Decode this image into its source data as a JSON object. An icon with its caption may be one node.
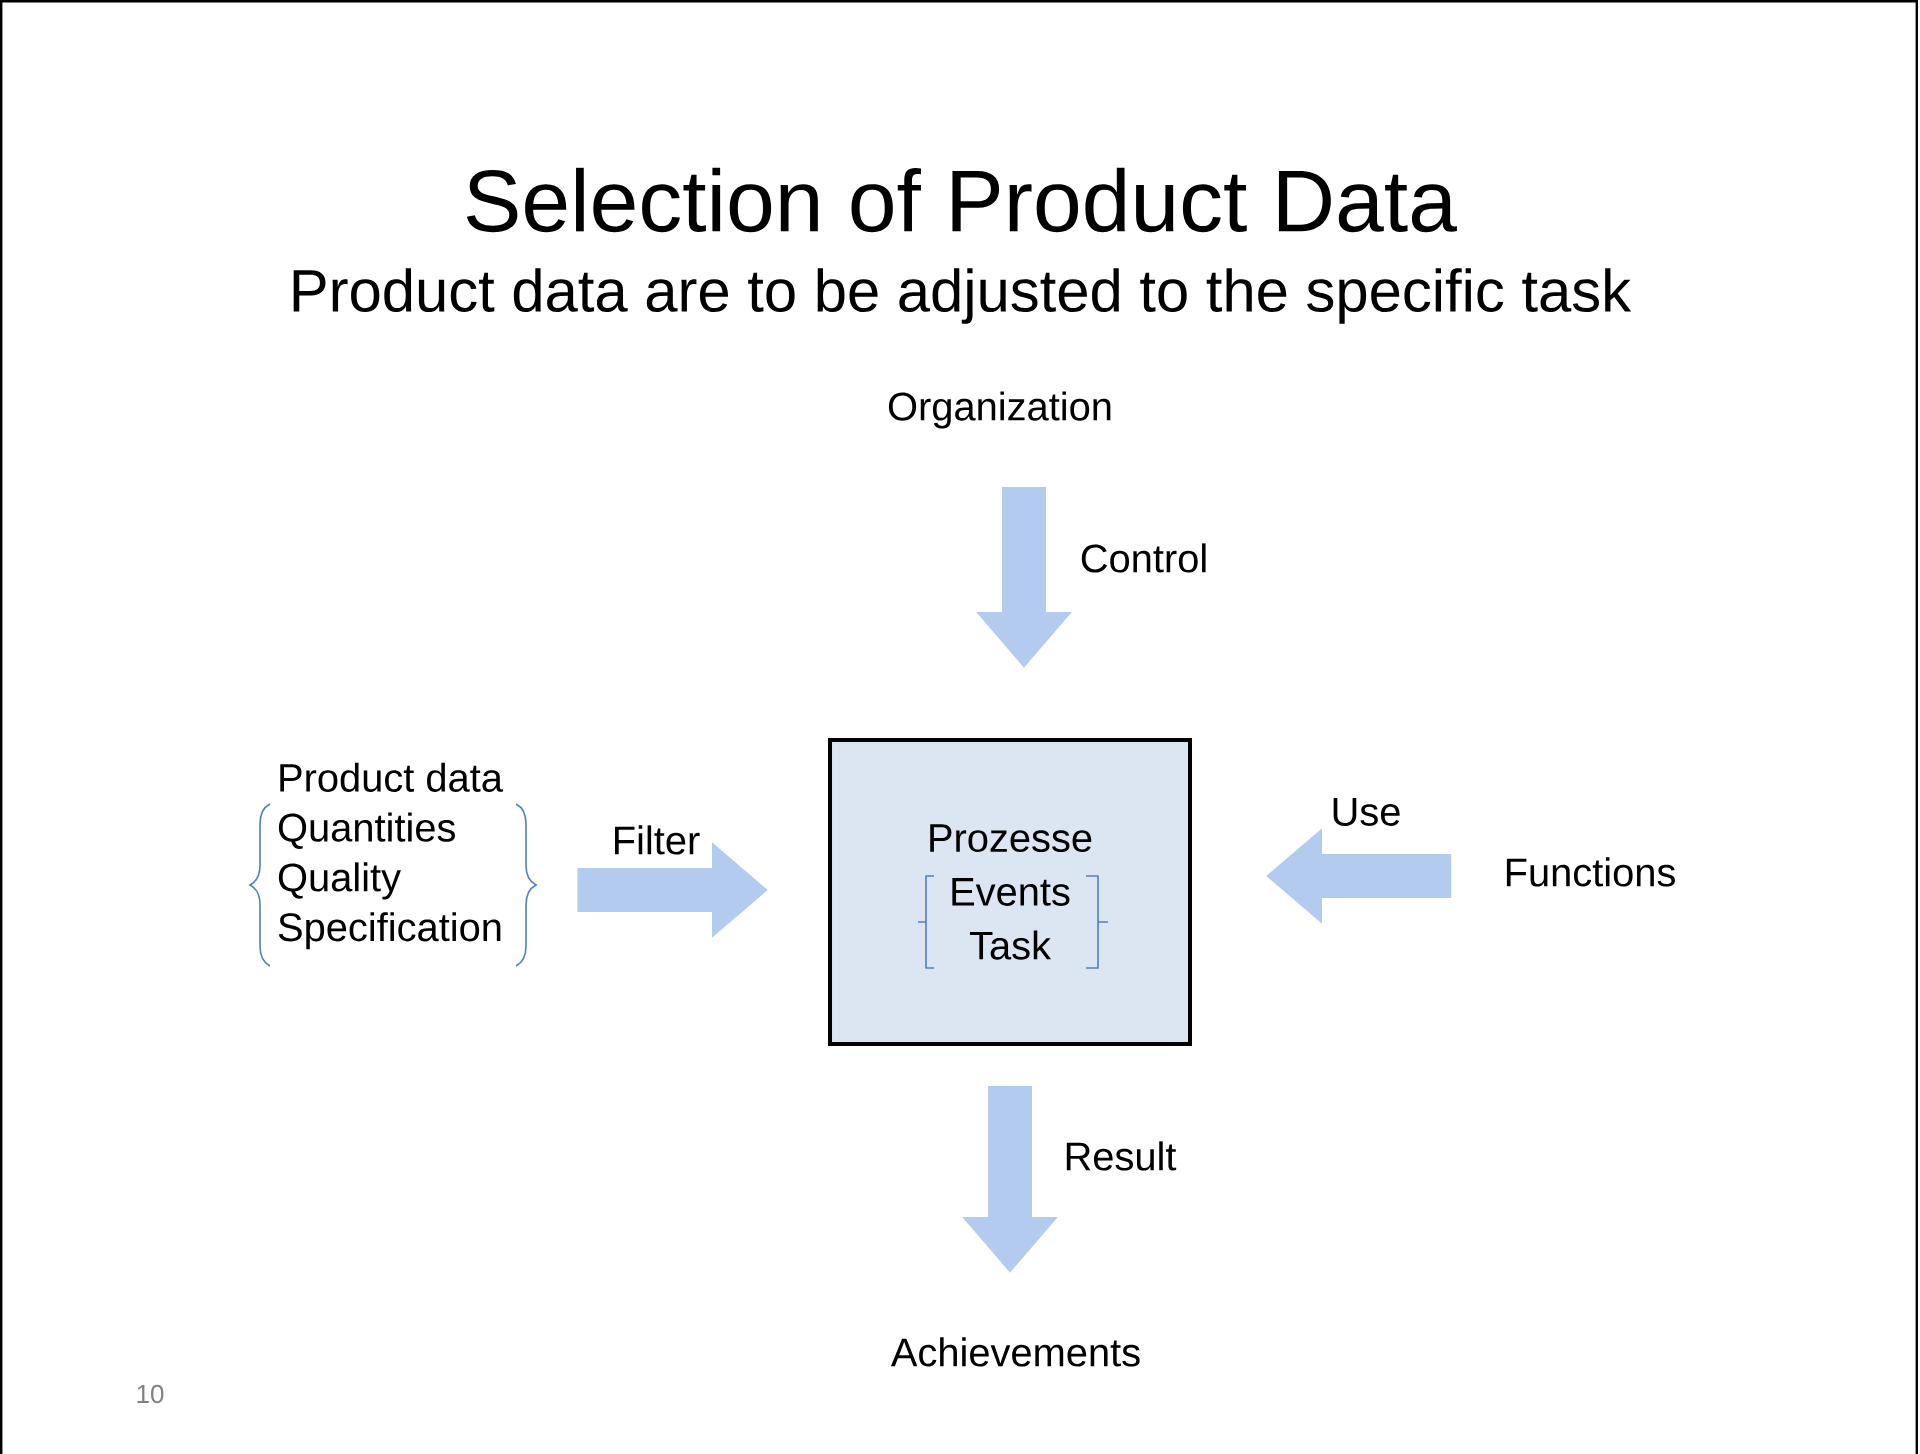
{
  "diagram": {
    "title": "Selection of Product Data",
    "nodes": [
      {
        "text": [
          "Organization"
        ]
      },
      {
        "text": [
          "Product data",
          "Quantities",
          "Quality",
          "Specification"
        ]
      },
      {
        "text": [
          "Prozesse",
          "Events",
          "Task"
        ]
      },
      {
        "text": [
          "Functions"
        ]
      },
      {
        "text": [
          "Achievements"
        ]
      }
    ],
    "edges": [
      {
        "from": 0,
        "to": 2,
        "arrow": "to",
        "label": "Control"
      },
      {
        "from": 1,
        "to": 2,
        "arrow": "to",
        "label": "Filter"
      },
      {
        "from": 3,
        "to": 2,
        "arrow": "to",
        "label": "Use"
      },
      {
        "from": 2,
        "to": 4,
        "arrow": "to",
        "label": "Result"
      }
    ],
    "labels": [
      "Product data are to be adjusted to the specific task",
      "10"
    ]
  }
}
